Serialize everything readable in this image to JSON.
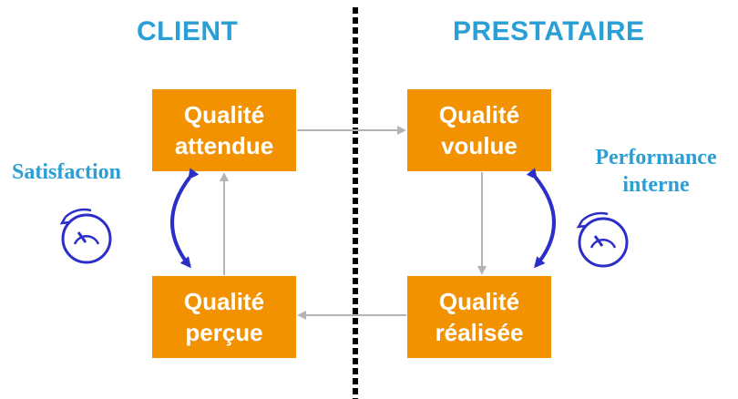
{
  "headings": {
    "client": "CLIENT",
    "provider": "PRESTATAIRE"
  },
  "boxes": {
    "expected": {
      "line1": "Qualité",
      "line2": "attendue"
    },
    "wanted": {
      "line1": "Qualité",
      "line2": "voulue"
    },
    "perceived": {
      "line1": "Qualité",
      "line2": "perçue"
    },
    "realized": {
      "line1": "Qualité",
      "line2": "réalisée"
    }
  },
  "labels": {
    "satisfaction": "Satisfaction",
    "performance_line1": "Performance",
    "performance_line2": "interne"
  },
  "icons": {
    "gauge": "gauge-icon",
    "cycle": "bidirectional-arrow-icon"
  },
  "colors": {
    "heading": "#2a9fd6",
    "box_fill": "#f39200",
    "box_text": "#ffffff",
    "arrow_gray": "#b4b4b4",
    "cycle_blue": "#2b2fc7",
    "divider": "#000000"
  }
}
